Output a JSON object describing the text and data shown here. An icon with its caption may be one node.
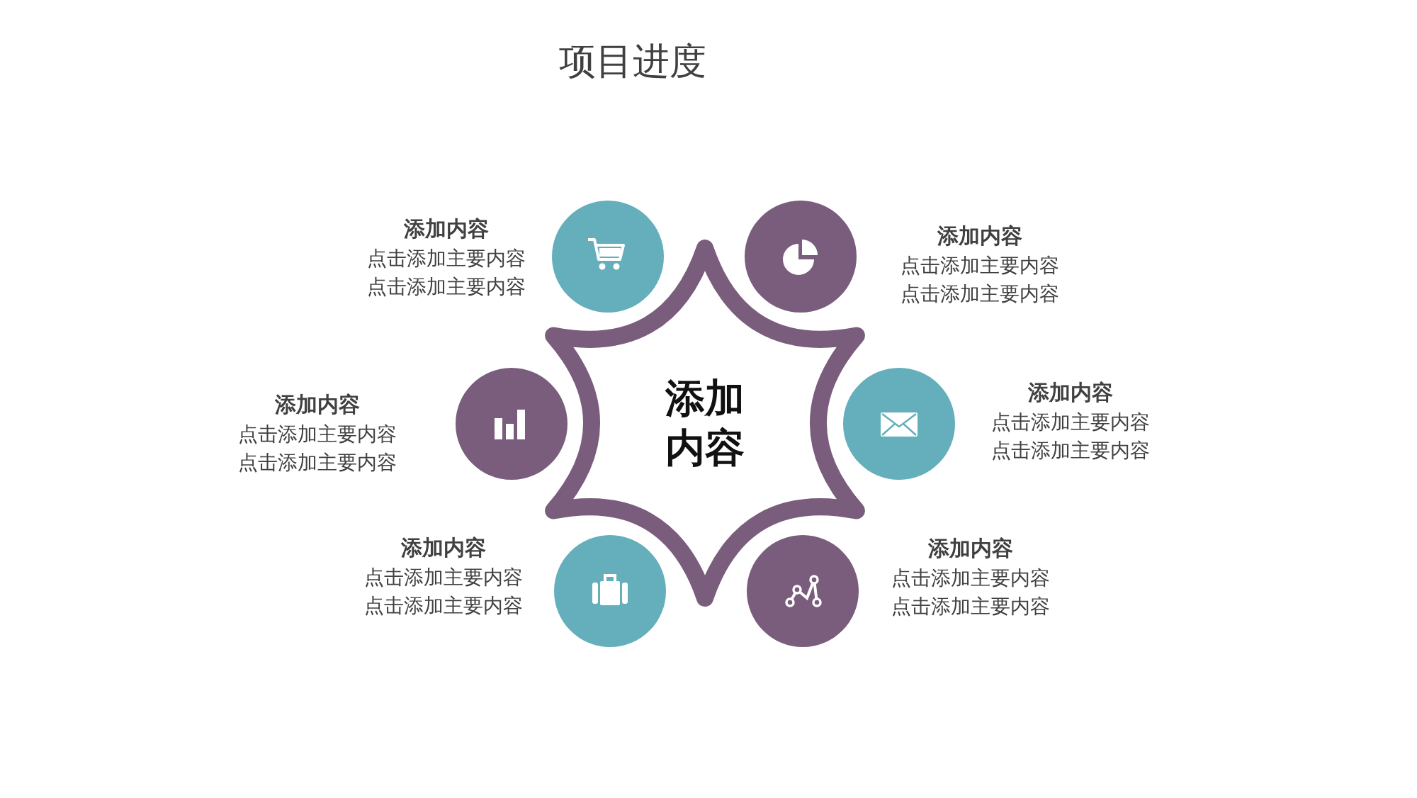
{
  "diagram": {
    "title": "项目进度",
    "nodes": [
      {
        "text": [
          "添加内容"
        ]
      },
      {
        "text": [],
        "shape": "circle",
        "beside": [
          "添加内容",
          "点击添加主要内容",
          "点击添加主要内容"
        ]
      },
      {
        "text": [],
        "shape": "circle",
        "beside": [
          "添加内容",
          "点击添加主要内容",
          "点击添加主要内容"
        ]
      },
      {
        "text": [],
        "shape": "circle",
        "beside": [
          "添加内容",
          "点击添加主要内容",
          "点击添加主要内容"
        ]
      },
      {
        "text": [],
        "shape": "circle",
        "beside": [
          "添加内容",
          "点击添加主要内容",
          "点击添加主要内容"
        ]
      },
      {
        "text": [],
        "shape": "circle",
        "beside": [
          "添加内容",
          "点击添加主要内容",
          "点击添加主要内容"
        ]
      },
      {
        "text": [],
        "shape": "circle",
        "beside": [
          "添加内容",
          "点击添加主要内容",
          "点击添加主要内容"
        ]
      }
    ]
  }
}
